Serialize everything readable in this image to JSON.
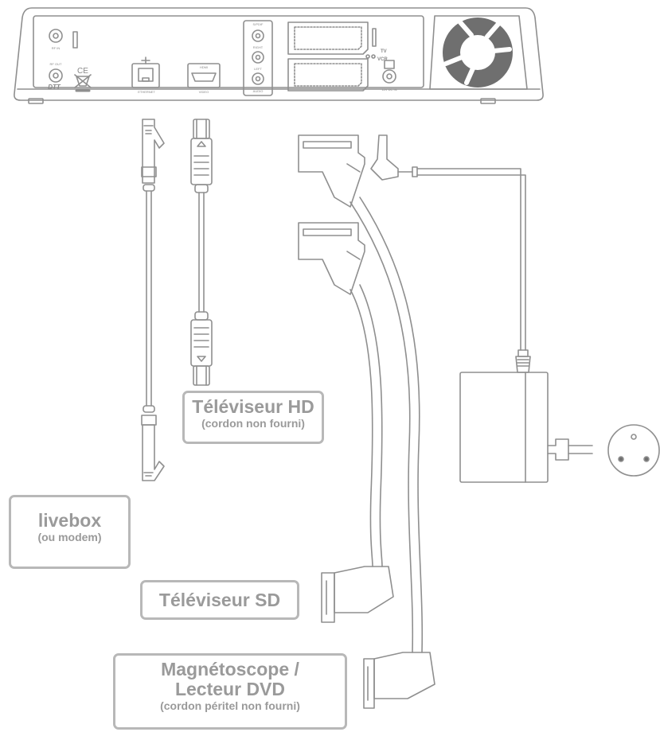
{
  "labels": {
    "tv_hd": {
      "title": "Téléviseur HD",
      "note": "(cordon non fourni)"
    },
    "livebox": {
      "title": "livebox",
      "note": "(ou modem)"
    },
    "tv_sd": {
      "title": "Téléviseur SD"
    },
    "vcr": {
      "line1": "Magnétoscope /",
      "line2": "Lecteur DVD",
      "note": "(cordon péritel non fourni)"
    }
  },
  "device_panel": {
    "rf_in": "RF IN",
    "rf_out": "RF OUT",
    "dtt": "DTT",
    "ce": "CE",
    "ethernet": "ETHERNET",
    "hdmi": "HDMI",
    "video": "VIDEO",
    "spdif": "S/PDIF",
    "right": "RIGHT",
    "left": "LEFT",
    "audio": "AUDIO",
    "tv": "TV",
    "vcr": "VCR",
    "dc_in": "12V DC IN"
  },
  "colors": {
    "line": "#8f8f8f",
    "label_border": "#b8b8b8",
    "label_text": "#9a9a9a",
    "fan": "#6f6f6f"
  }
}
